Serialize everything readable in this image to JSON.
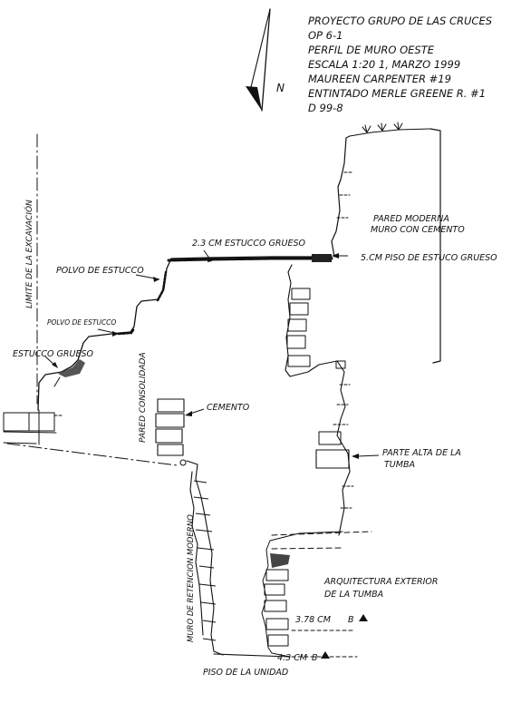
{
  "title_block": {
    "line1": "PROYECTO GRUPO DE LAS CRUCES",
    "line2": "OP 6-1",
    "line3": "PERFIL DE MURO OESTE",
    "line4": "ESCALA 1:20     1, MARZO 1999",
    "line5": "MAUREEN CARPENTER #19",
    "line6": "ENTINTADO MERLE GREENE R. #1",
    "line7": "D 99-8"
  },
  "north_arrow": {
    "label": "N",
    "icon": "north-arrow-icon"
  },
  "labels": {
    "limite": "LIMITE DE LA EXCAVACIÓN",
    "estucco_grueso_top": "2.3 CM ESTUCCO GRUESO",
    "pared_moderna": "PARED MODERNA",
    "muro_cemento": "MURO CON CEMENTO",
    "piso_estuco": "5.CM PISO DE ESTUCO GRUESO",
    "polvo_estucco": "POLVO DE ESTUCCO",
    "polvo_estucco_small": "POLVO DE ESTUCCO",
    "estucco_grueso_left": "ESTUCCO GRUESO",
    "pared_consolidada": "PARED CONSOLIDADA",
    "cemento": "CEMENTO",
    "parte_alta_1": "PARTE ALTA DE LA",
    "parte_alta_2": "TUMBA",
    "muro_retencion": "MURO DE RETENCION MODERNO",
    "arquitectura_1": "ARQUITECTURA EXTERIOR",
    "arquitectura_2": "DE LA TUMBA",
    "measure_378": "3.78 CM",
    "measure_378_b": "B",
    "measure_43": "4.3 CM",
    "measure_43_b": "B",
    "piso_unidad": "PISO DE LA UNIDAD"
  }
}
